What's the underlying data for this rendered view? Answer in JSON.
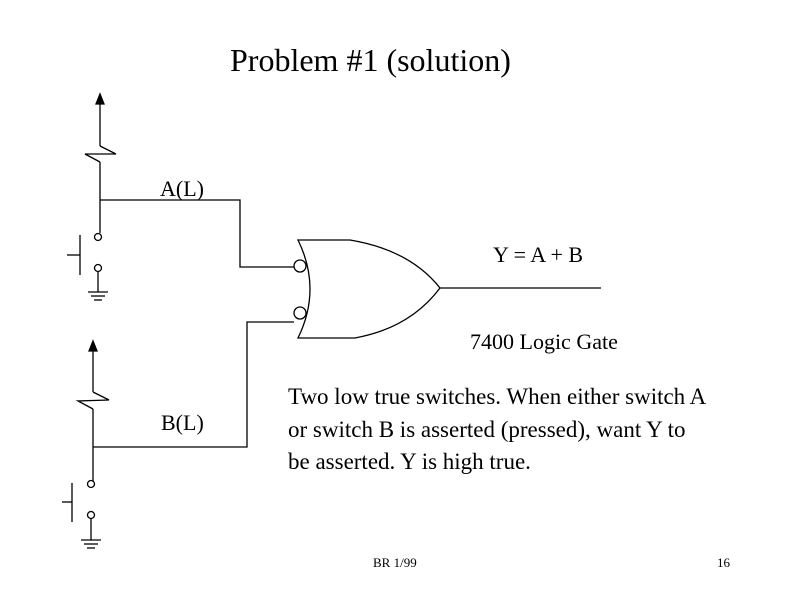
{
  "slide": {
    "title": "Problem  #1 (solution)",
    "signals": {
      "a_label": "A(L)",
      "b_label": "B(L)"
    },
    "output_equation": "Y = A + B",
    "gate_caption": "7400 Logic Gate",
    "description": "Two low true switches.  When either switch A or switch B is asserted (pressed), want Y to be asserted.  Y is high true.",
    "footer": {
      "left": "BR 1/99",
      "page_number": "16"
    },
    "components": {
      "switch_a": {
        "type": "pushbutton-switch",
        "pull_up": "resistor-to-vcc",
        "to": "ground"
      },
      "switch_b": {
        "type": "pushbutton-switch",
        "pull_up": "resistor-to-vcc",
        "to": "ground"
      },
      "gate": {
        "type": "OR gate with inverted (bubbled) inputs",
        "inputs": [
          "A(L)",
          "B(L)"
        ],
        "output": "Y"
      }
    }
  }
}
